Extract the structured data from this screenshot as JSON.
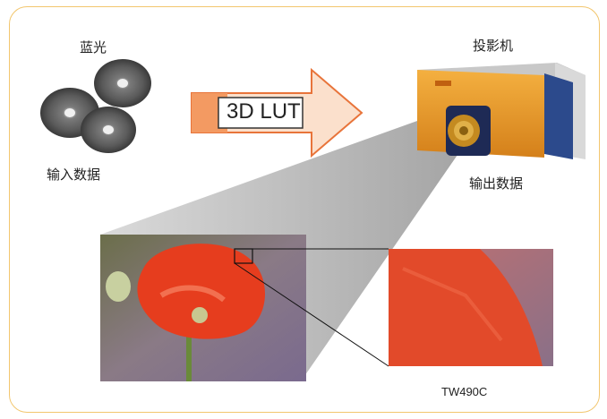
{
  "labels": {
    "bluray": "蓝光",
    "input_data": "输入数据",
    "projector": "投影机",
    "output_data": "输出数据",
    "arrow_text": "3D LUT",
    "model": "TW490C"
  },
  "colors": {
    "frame_border": "#f2c66e",
    "arrow_fill": "#f7b890",
    "arrow_stroke": "#e8743a",
    "projector_body": "#e08a1e",
    "projector_side": "#2c4a8c",
    "poppy_red": "#e63d1e"
  },
  "icons": [
    "disc-icon",
    "projector-icon",
    "arrow-icon"
  ]
}
